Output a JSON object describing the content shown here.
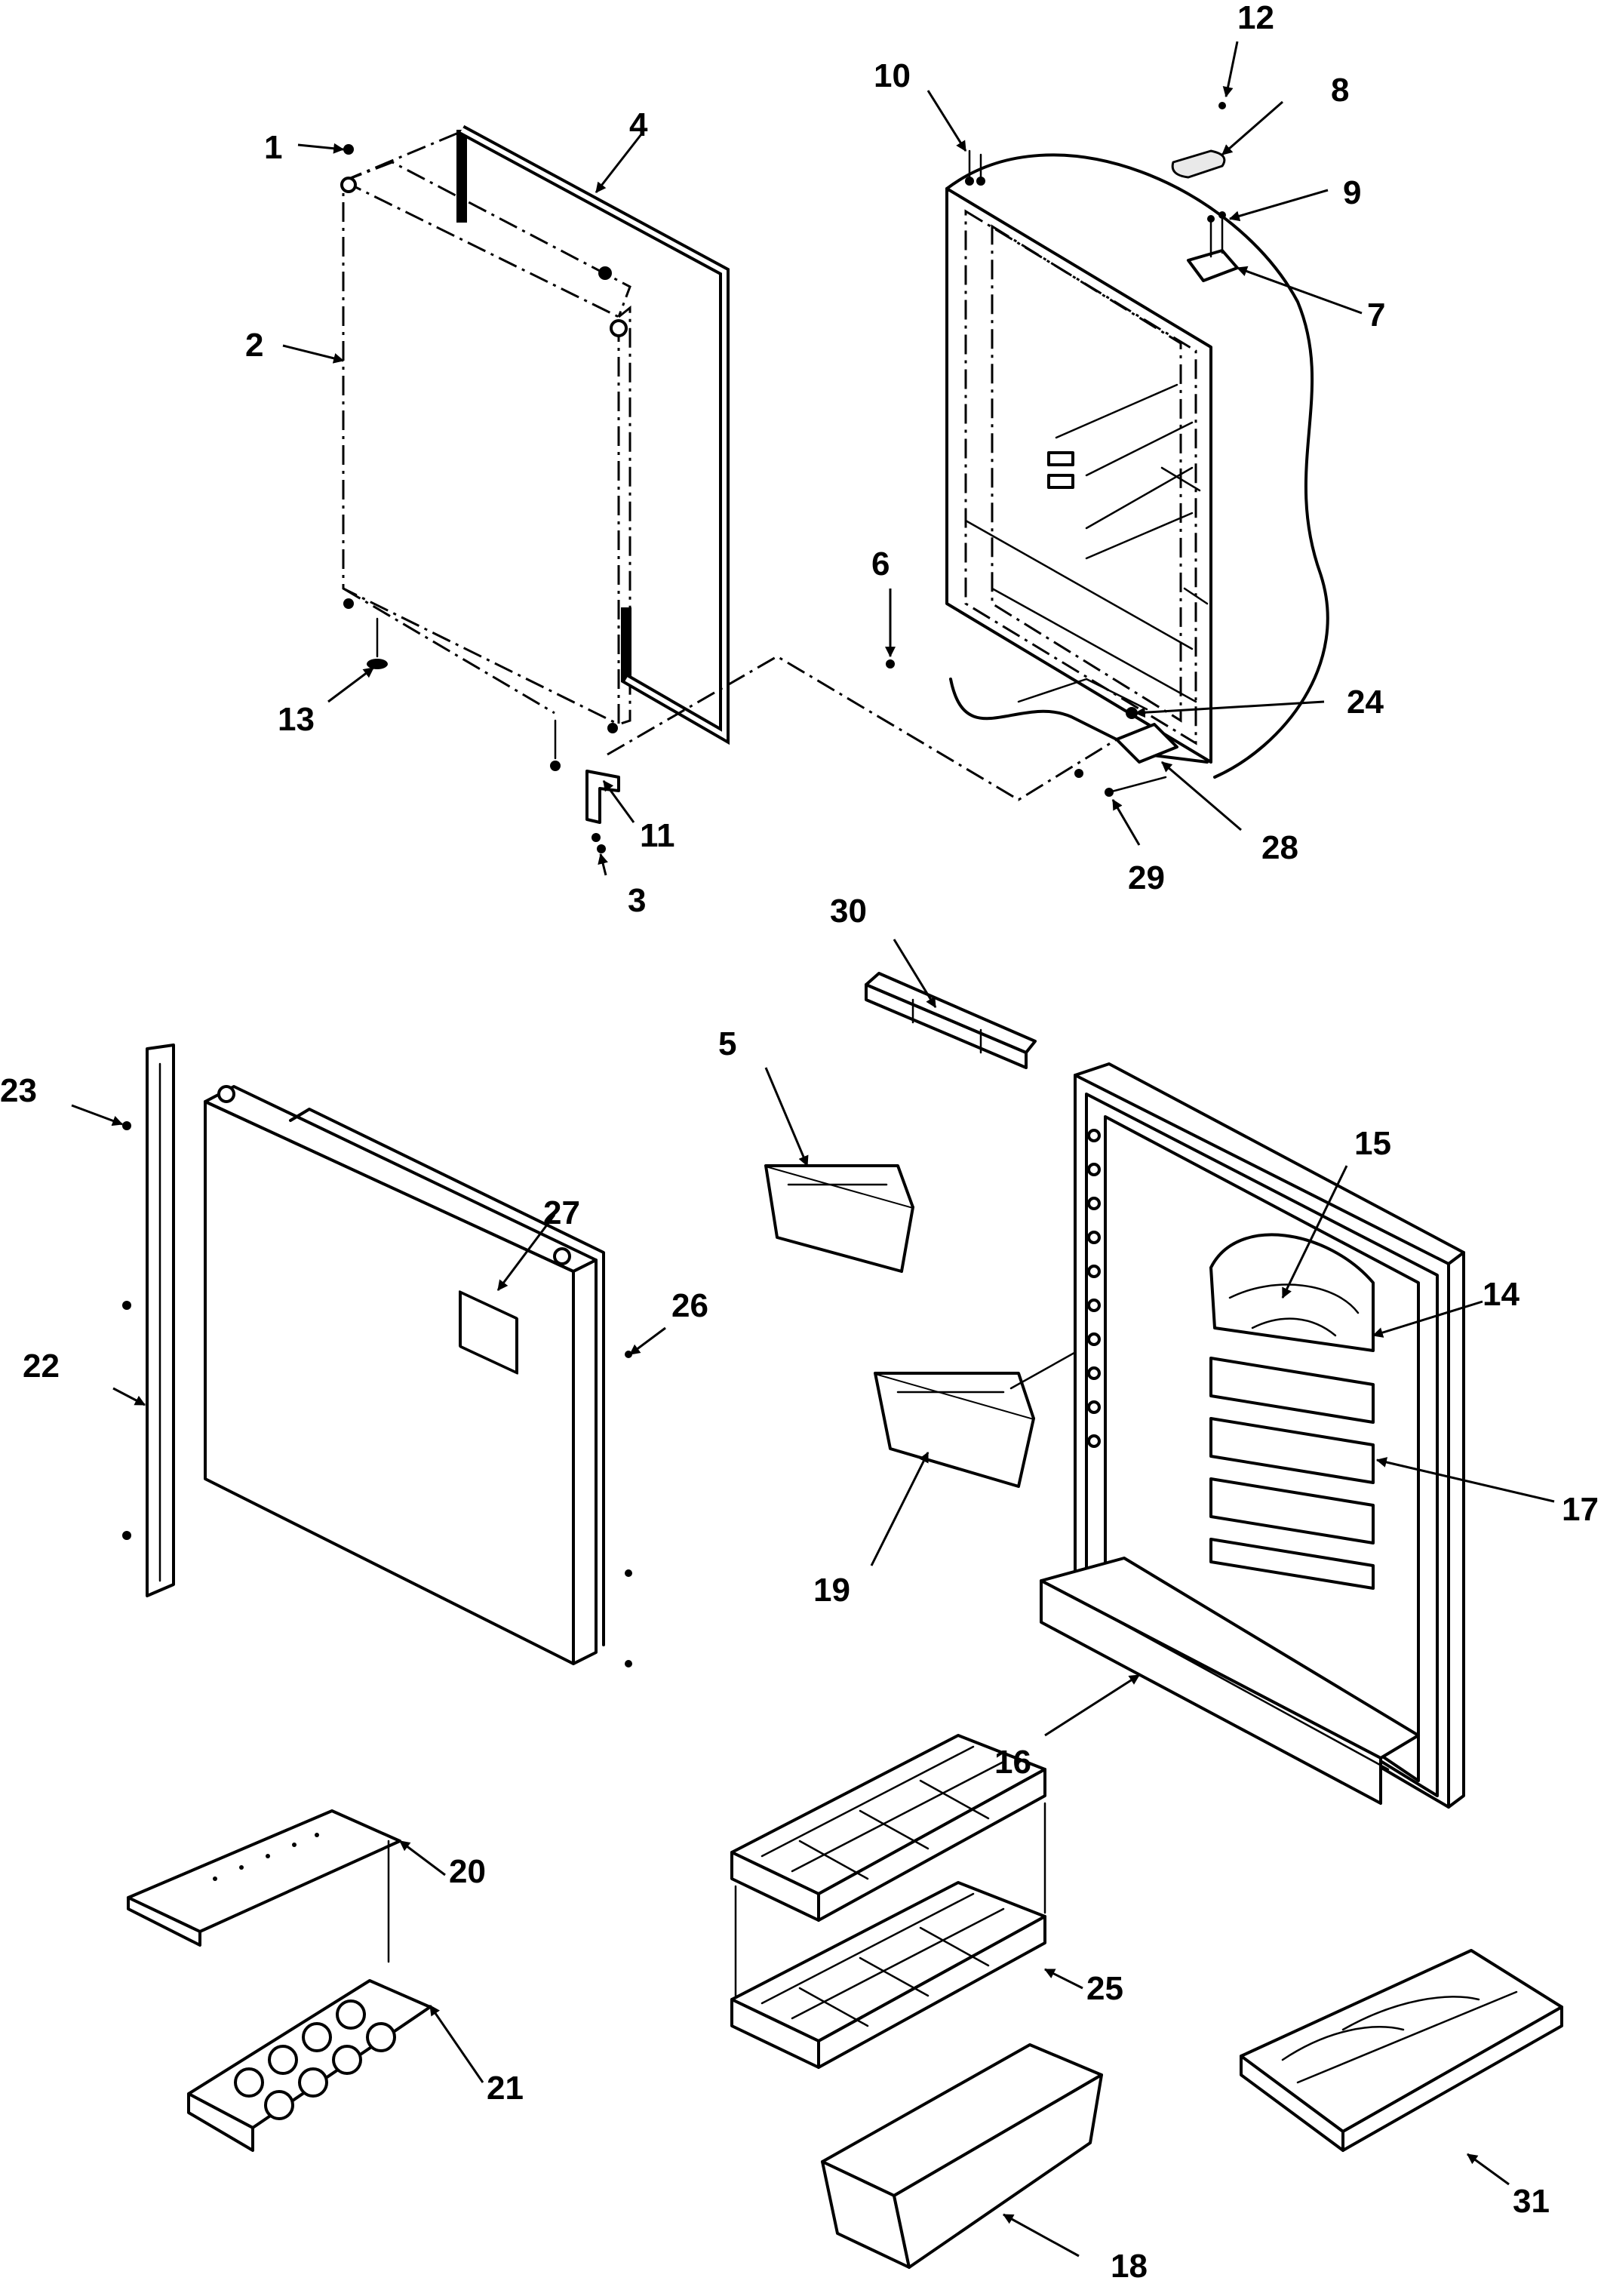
{
  "callouts": {
    "c1": "1",
    "c2": "2",
    "c3": "3",
    "c4": "4",
    "c5": "5",
    "c6": "6",
    "c7": "7",
    "c8": "8",
    "c9": "9",
    "c10": "10",
    "c11": "11",
    "c12": "12",
    "c13": "13",
    "c14": "14",
    "c15": "15",
    "c16": "16",
    "c17": "17",
    "c18": "18",
    "c19": "19",
    "c20": "20",
    "c21": "21",
    "c22": "22",
    "c23": "23",
    "c24": "24",
    "c25": "25",
    "c26": "26",
    "c27": "27",
    "c28": "28",
    "c29": "29",
    "c30": "30",
    "c31": "31"
  }
}
